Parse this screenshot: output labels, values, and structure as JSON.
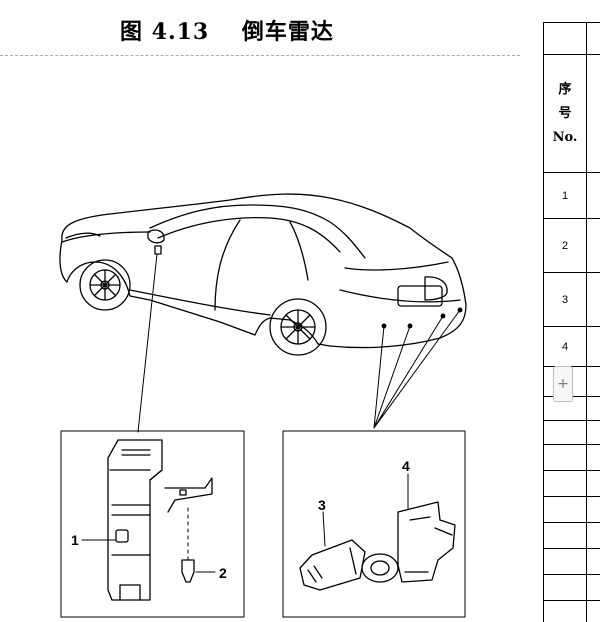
{
  "title": {
    "number": "图 4.13",
    "text": "倒车雷达"
  },
  "callouts": {
    "c1": "1",
    "c2": "2",
    "c3": "3",
    "c4": "4"
  },
  "table": {
    "header": {
      "line1": "序",
      "line2": "号",
      "line3": "No."
    },
    "rows": [
      "1",
      "2",
      "3",
      "4"
    ]
  },
  "expand_button": {
    "glyph": "+"
  }
}
